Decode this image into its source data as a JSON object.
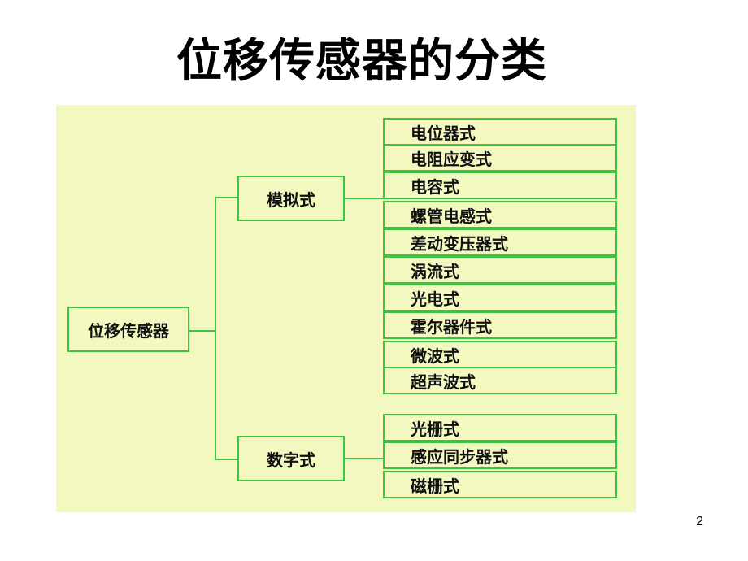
{
  "slide": {
    "title": "位移传感器的分类",
    "page_number": "2"
  },
  "diagram": {
    "root": "位移传感器",
    "branches": [
      {
        "label": "模拟式",
        "children": [
          "电位器式",
          "电阻应变式",
          "电容式",
          "螺管电感式",
          "差动变压器式",
          "涡流式",
          "光电式",
          "霍尔器件式",
          "微波式",
          "超声波式"
        ]
      },
      {
        "label": "数字式",
        "children": [
          "光栅式",
          "感应同步器式",
          "磁栅式"
        ]
      }
    ],
    "colors": {
      "background": "#f3f8c0",
      "line": "#3ec43e"
    }
  }
}
